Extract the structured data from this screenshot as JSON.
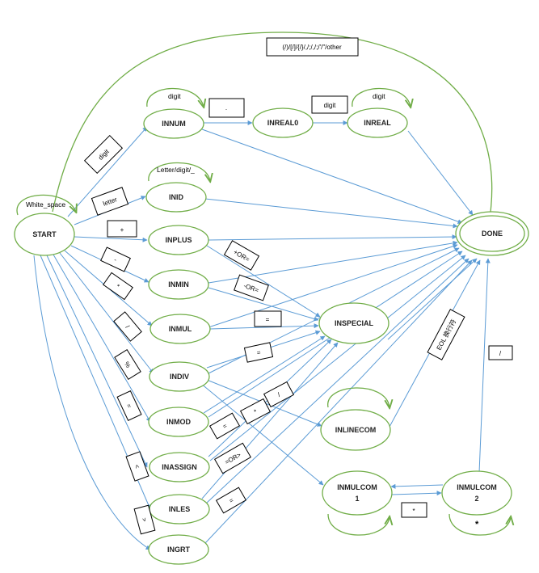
{
  "nodes": {
    "start": "START",
    "innum": "INNUM",
    "inreal0": "INREAL0",
    "inreal": "INREAL",
    "inid": "INID",
    "inplus": "INPLUS",
    "inmin": "INMIN",
    "inmul": "INMUL",
    "indiv": "INDIV",
    "inmod": "INMOD",
    "inassign": "INASSIGN",
    "inles": "INLES",
    "ingrt": "INGRT",
    "inspecial": "INSPECIAL",
    "inlinecom": "INLINECOM",
    "inmulcom1_line1": "INMULCOM",
    "inmulcom1_line2": "1",
    "inmulcom2_line1": "INMULCOM",
    "inmulcom2_line2": "2",
    "done": "DONE"
  },
  "loops": {
    "start": "White_space",
    "innum": "digit",
    "inreal": "digit",
    "inid": "Letter/digit/_",
    "inmulcom2": "*"
  },
  "labels": {
    "top": "(/)/[/]/{/}/,/;/,/;/'/\"/other",
    "dot": ".",
    "digit_to_inreal": "digit",
    "start_digit": "digit",
    "start_letter": "letter",
    "plus": "+",
    "minus": "-",
    "mul": "*",
    "div": "/",
    "mod": "%",
    "assign": "=",
    "less": "<",
    "greater": ">",
    "plus_or_eq": "+OR=",
    "minus_or_eq": "-OR=",
    "mul_eq": "=",
    "div_eq": "=",
    "div_slash": "/",
    "div_star": "*",
    "mod_eq": "=",
    "assign_or": "=OR>",
    "les_eq": "=",
    "eol": "EOL 换行符",
    "mulcom_slash": "/",
    "mulcom_star": "*"
  },
  "colors": {
    "node_border": "#70ad47",
    "edge": "#5b9bd5",
    "label_border": "#000000"
  }
}
